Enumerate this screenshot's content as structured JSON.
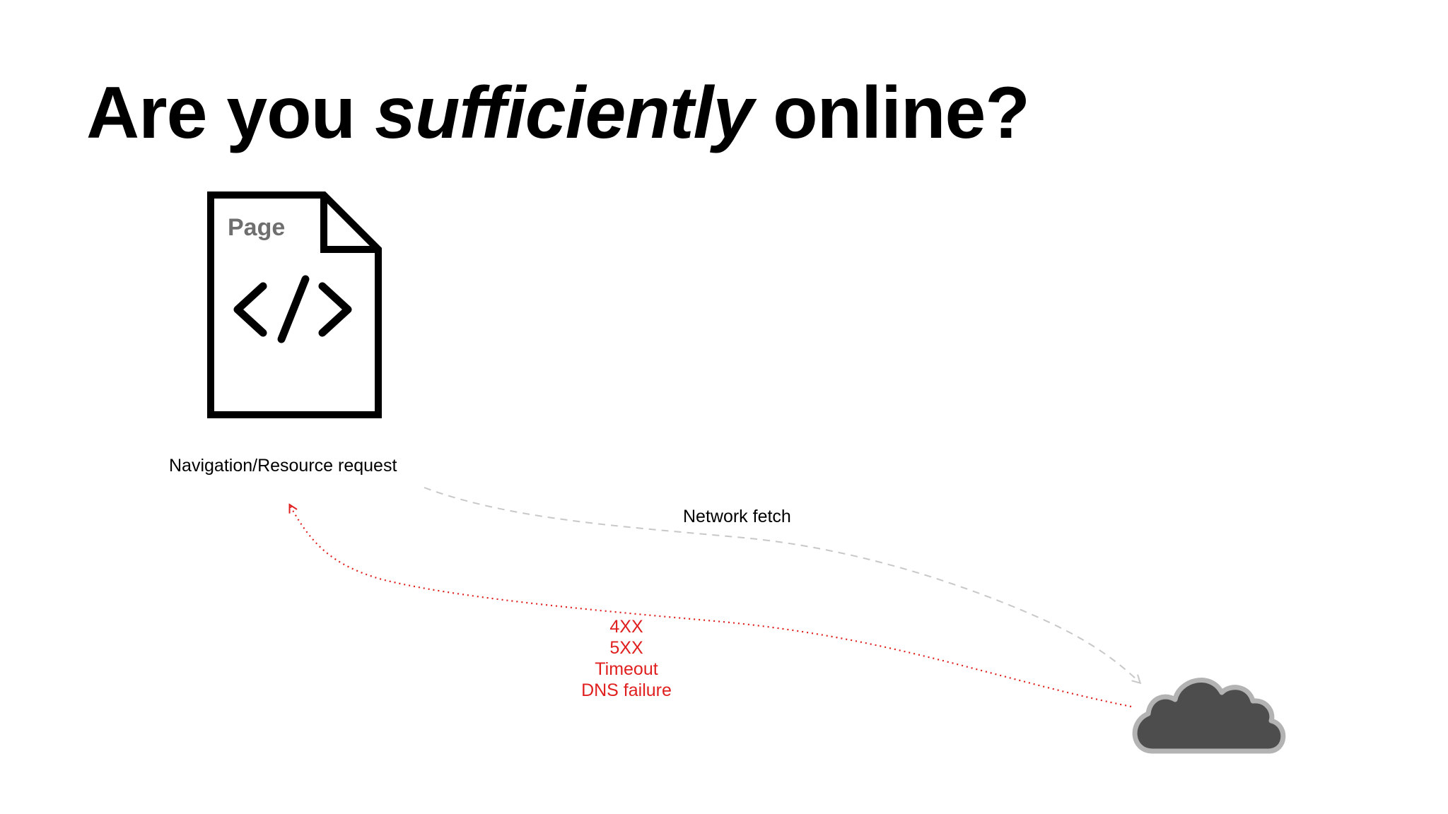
{
  "slide": {
    "title_start": "Are you ",
    "title_emphasis": "sufficiently",
    "title_end": " online?"
  },
  "page_document": {
    "label": "Page",
    "icon": "code-file-icon"
  },
  "request": {
    "label": "Navigation/Resource request"
  },
  "network_fetch": {
    "label": "Network fetch",
    "line_color": "#c8c8c8"
  },
  "errors": {
    "color": "#e0201f",
    "items": [
      "4XX",
      "5XX",
      "Timeout",
      "DNS failure"
    ]
  },
  "server": {
    "icon": "cloud-icon",
    "fill": "#4d4d4d",
    "outline": "#b3b3b3"
  }
}
